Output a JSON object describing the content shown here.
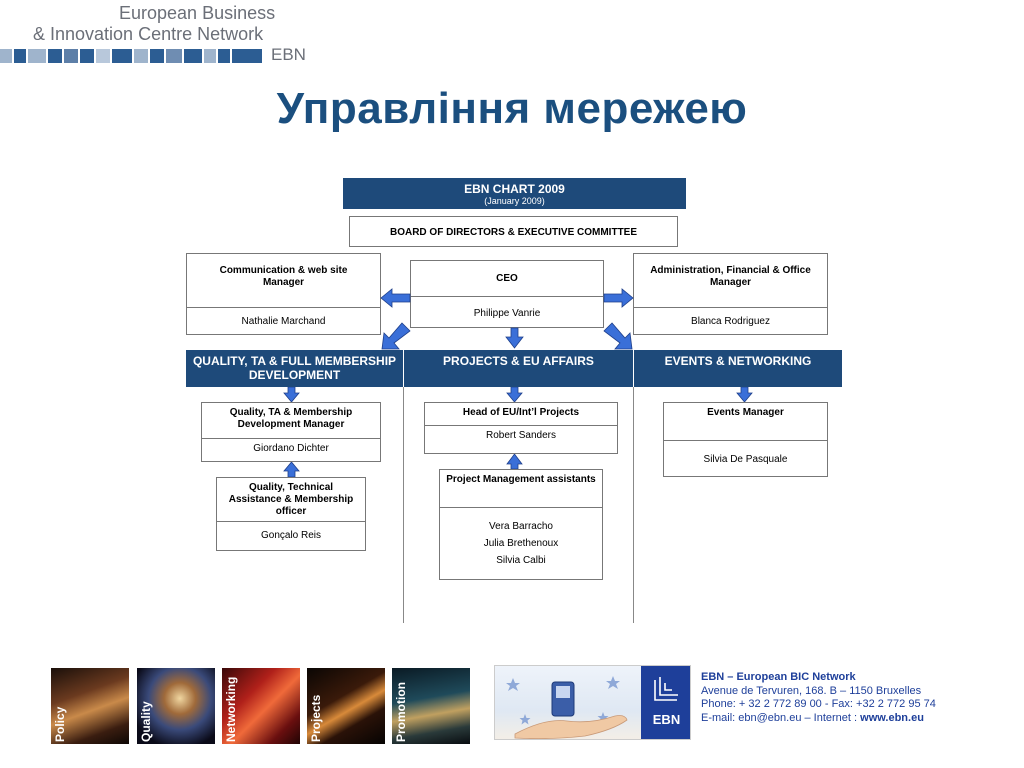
{
  "header": {
    "logo_line1": "European Business",
    "logo_line2": "& Innovation Centre Network",
    "logo_abbr": "EBN"
  },
  "title": "Управління мережею",
  "chart": {
    "title": "EBN CHART 2009",
    "subtitle": "(January 2009)",
    "board": "BOARD OF DIRECTORS & EXECUTIVE COMMITTEE",
    "ceo": {
      "role": "CEO",
      "name": "Philippe Vanrie"
    },
    "comm": {
      "role": "Communication & web site Manager",
      "name": "Nathalie Marchand"
    },
    "admin": {
      "role": "Administration, Financial & Office Manager",
      "name": "Blanca Rodriguez"
    },
    "departments": [
      {
        "label": "QUALITY, TA & FULL MEMBERSHIP DEVELOPMENT"
      },
      {
        "label": "PROJECTS & EU AFFAIRS"
      },
      {
        "label": "EVENTS & NETWORKING"
      }
    ],
    "quality_mgr": {
      "role": "Quality, TA & Membership Development Manager",
      "name": "Giordano Dichter"
    },
    "quality_officer": {
      "role": "Quality, Technical Assistance & Membership officer",
      "name": "Gonçalo Reis"
    },
    "projects_head": {
      "role": "Head of EU/Int’l Projects",
      "name": "Robert Sanders"
    },
    "pm_assistants": {
      "role": "Project Management assistants",
      "names": [
        "Vera Barracho",
        "Julia Brethenoux",
        "Silvia Calbi"
      ]
    },
    "events_mgr": {
      "role": "Events Manager",
      "name": "Silvia De Pasquale"
    }
  },
  "footer": {
    "tiles": [
      "Policy",
      "Quality",
      "Networking",
      "Projects",
      "Promotion"
    ],
    "org_name": "EBN – European BIC Network",
    "address": "Avenue de Tervuren, 168.  B – 1150 Bruxelles",
    "phone": "Phone: + 32 2 772 89 00 - Fax: +32 2 772 95 74",
    "email_prefix": "E-mail: ebn@ebn.eu – Internet : ",
    "website": "www.ebn.eu",
    "logo_text": "EBN"
  },
  "colors": {
    "navy": "#1e4a7a",
    "title_blue": "#1b4f7f",
    "arrow_blue": "#3a6fd8",
    "link_blue": "#1e3f9a"
  }
}
